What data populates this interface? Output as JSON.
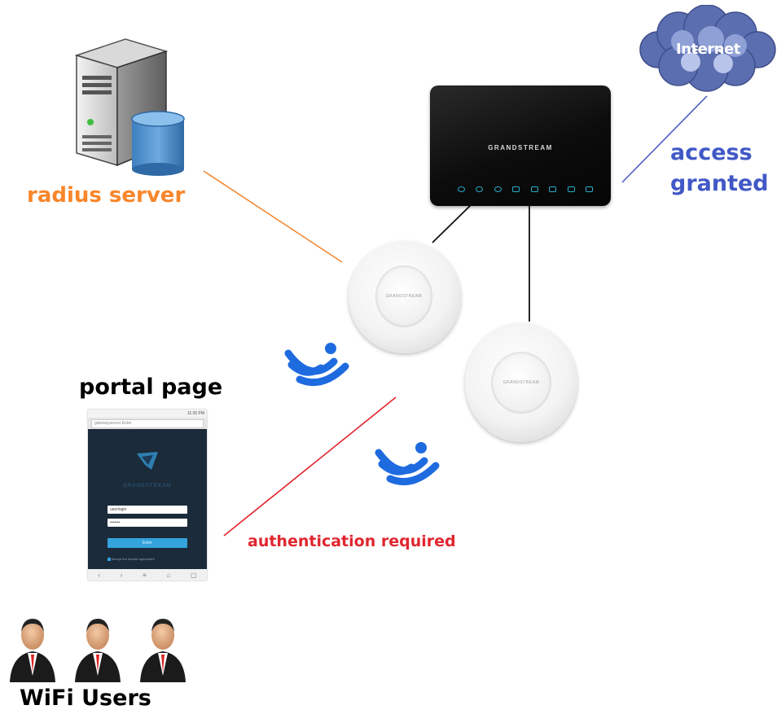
{
  "labels": {
    "radius_server": "radius server",
    "access_granted_1": "access",
    "access_granted_2": "granted",
    "internet": "Internet",
    "portal_page": "portal page",
    "authentication_required": "authentication required",
    "wifi_users": "WiFi Users"
  },
  "devices": {
    "router_brand": "GRANDSTREAM",
    "ap_brand": "GRANDSTREAM"
  },
  "portal": {
    "status_text": "11:35 PM",
    "url_text": "gatewayserver Enter",
    "brand": "GRANDSTREAM",
    "username": "userlogin",
    "password": "•••••••",
    "enter_button": "Enter",
    "agree_text": "Accept the license agreement"
  },
  "colors": {
    "radius_label": "#f7862a",
    "access_label": "#4158c6",
    "auth_label": "#e0262f",
    "wifi_icon": "#1e6be0",
    "radius_link": "#f58a36",
    "internet_link": "#4a5bc8",
    "auth_link": "#e3232e",
    "cable": "#111111"
  },
  "icons": {
    "server": "radius-server-icon",
    "cloud": "internet-cloud-icon",
    "router": "router-device",
    "ap": "access-point-device",
    "wifi": "wifi-signal-icon",
    "user": "user-avatar-icon"
  }
}
